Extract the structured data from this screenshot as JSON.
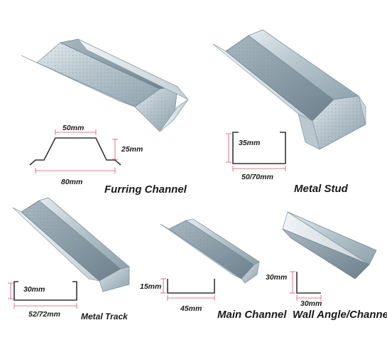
{
  "products": {
    "furring": {
      "name": "Furring Channel",
      "top": "50mm",
      "depth": "25mm",
      "bottom": "80mm"
    },
    "stud": {
      "name": "Metal Stud",
      "depth": "35mm",
      "width": "50/70mm"
    },
    "track": {
      "name": "Metal Track",
      "depth": "30mm",
      "width": "52/72mm"
    },
    "main": {
      "name": "Main Channel",
      "depth": "15mm",
      "width": "45mm"
    },
    "angle": {
      "name": "Wall Angle/Channel",
      "leg1": "30mm",
      "leg2": "30mm"
    }
  },
  "colors": {
    "metal_light": "#d4dee4",
    "metal_mid": "#9fb0ba",
    "metal_dark": "#6f8390",
    "dimension": "#e05070",
    "text": "#1a1a1a"
  }
}
